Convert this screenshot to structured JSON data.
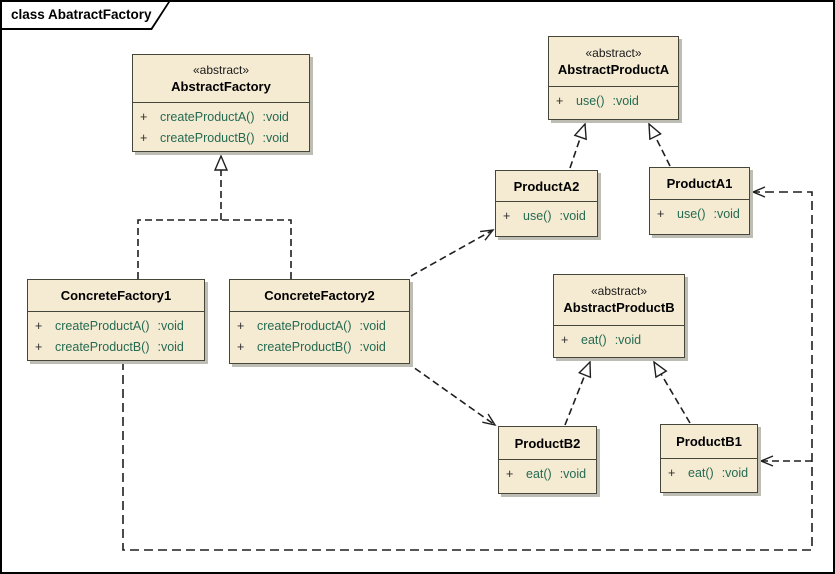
{
  "frame": {
    "label": "class AbatractFactory"
  },
  "palette": {
    "box_fill": "#f5ead2",
    "box_border": "#45453a",
    "box_shadow": "#bdbdb3",
    "method_text": "#256b52",
    "line": "#1f1f1f",
    "background": "#ffffff"
  },
  "classes": {
    "abstractFactory": {
      "stereotype": "«abstract»",
      "name": "AbstractFactory",
      "methods": [
        {
          "vis": "+",
          "name": "createProductA()",
          "type": ":void"
        },
        {
          "vis": "+",
          "name": "createProductB()",
          "type": ":void"
        }
      ]
    },
    "abstractProductA": {
      "stereotype": "«abstract»",
      "name": "AbstractProductA",
      "methods": [
        {
          "vis": "+",
          "name": "use()",
          "type": ":void"
        }
      ]
    },
    "productA2": {
      "name": "ProductA2",
      "methods": [
        {
          "vis": "+",
          "name": "use()",
          "type": ":void"
        }
      ]
    },
    "productA1": {
      "name": "ProductA1",
      "methods": [
        {
          "vis": "+",
          "name": "use()",
          "type": ":void"
        }
      ]
    },
    "concreteFactory1": {
      "name": "ConcreteFactory1",
      "methods": [
        {
          "vis": "+",
          "name": "createProductA()",
          "type": ":void"
        },
        {
          "vis": "+",
          "name": "createProductB()",
          "type": ":void"
        }
      ]
    },
    "concreteFactory2": {
      "name": "ConcreteFactory2",
      "methods": [
        {
          "vis": "+",
          "name": "createProductA()",
          "type": ":void"
        },
        {
          "vis": "+",
          "name": "createProductB()",
          "type": ":void"
        }
      ]
    },
    "abstractProductB": {
      "stereotype": "«abstract»",
      "name": "AbstractProductB",
      "methods": [
        {
          "vis": "+",
          "name": "eat()",
          "type": ":void"
        }
      ]
    },
    "productB2": {
      "name": "ProductB2",
      "methods": [
        {
          "vis": "+",
          "name": "eat()",
          "type": ":void"
        }
      ]
    },
    "productB1": {
      "name": "ProductB1",
      "methods": [
        {
          "vis": "+",
          "name": "eat()",
          "type": ":void"
        }
      ]
    }
  },
  "relationships": [
    {
      "from": "ConcreteFactory1",
      "to": "AbstractFactory",
      "type": "realization",
      "line": "dashed",
      "arrow": "hollow-triangle"
    },
    {
      "from": "ConcreteFactory2",
      "to": "AbstractFactory",
      "type": "realization",
      "line": "dashed",
      "arrow": "hollow-triangle"
    },
    {
      "from": "ProductA2",
      "to": "AbstractProductA",
      "type": "realization",
      "line": "dashed",
      "arrow": "hollow-triangle"
    },
    {
      "from": "ProductA1",
      "to": "AbstractProductA",
      "type": "realization",
      "line": "dashed",
      "arrow": "hollow-triangle"
    },
    {
      "from": "ProductB2",
      "to": "AbstractProductB",
      "type": "realization",
      "line": "dashed",
      "arrow": "hollow-triangle"
    },
    {
      "from": "ProductB1",
      "to": "AbstractProductB",
      "type": "realization",
      "line": "dashed",
      "arrow": "hollow-triangle"
    },
    {
      "from": "ConcreteFactory2",
      "to": "ProductA2",
      "type": "dependency",
      "line": "dashed",
      "arrow": "open"
    },
    {
      "from": "ConcreteFactory2",
      "to": "ProductB2",
      "type": "dependency",
      "line": "dashed",
      "arrow": "open"
    },
    {
      "from": "ConcreteFactory1",
      "to": "ProductA1",
      "type": "dependency",
      "line": "dashed",
      "arrow": "open"
    },
    {
      "from": "ConcreteFactory1",
      "to": "ProductB1",
      "type": "dependency",
      "line": "dashed",
      "arrow": "open"
    }
  ]
}
